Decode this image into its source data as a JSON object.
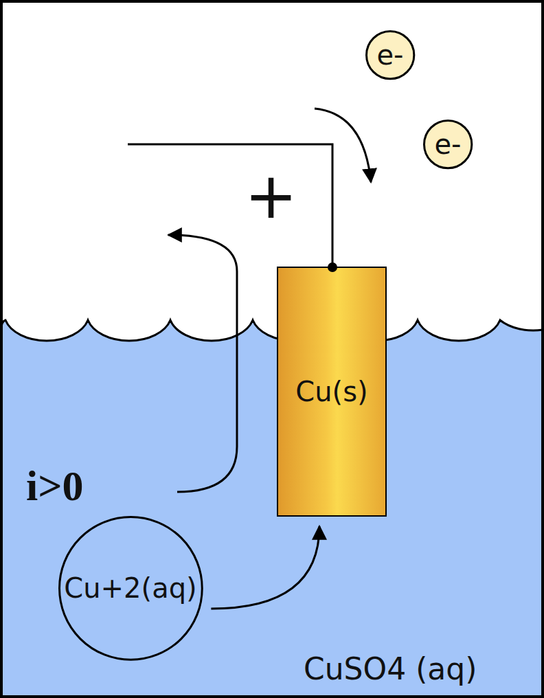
{
  "diagram": {
    "nodes": [
      {
        "text": [
          "e-"
        ]
      },
      {
        "text": [
          "e-"
        ]
      },
      {
        "text": [
          "Cu(s)"
        ]
      },
      {
        "text": [
          "Cu+2(aq)"
        ]
      }
    ],
    "edges": [
      {
        "from": 3,
        "to": 2,
        "arrow": "to"
      }
    ],
    "labels": [
      "+",
      "i>0",
      "CuSO4 (aq)"
    ]
  }
}
